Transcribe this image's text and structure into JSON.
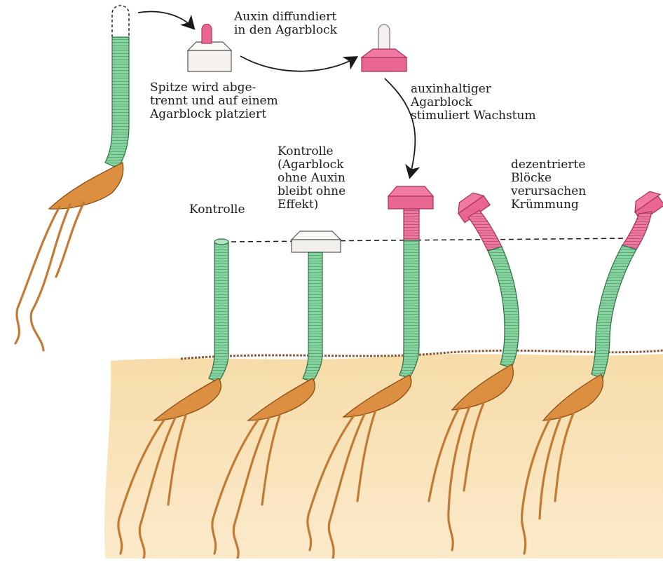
{
  "labels": {
    "tip_cut": [
      "Spitze wird abge-",
      "trennt und auf einem",
      "Agarblock platziert"
    ],
    "auxin_diffuses": [
      "Auxin diffundiert",
      "in den Agarblock"
    ],
    "stimulates": [
      "auxinhaltiger",
      "Agarblock",
      "stimuliert Wachstum"
    ],
    "control": "Kontrolle",
    "control_block": [
      "Kontrolle",
      "(Agarblock",
      "ohne Auxin",
      "bleibt ohne",
      "Effekt)"
    ],
    "off_center": [
      "dezentrierte",
      "Blöcke",
      "verursachen",
      "Krümmung"
    ]
  },
  "colors": {
    "stem_green": "#7fcf9a",
    "stem_stripe": "#4f9f6a",
    "auxin_pink": "#e8668f",
    "pink_dark": "#c23e67",
    "agar_plain": "#f3f0ec",
    "seed_orange": "#d98a3a",
    "soil": "#f4dfae"
  }
}
